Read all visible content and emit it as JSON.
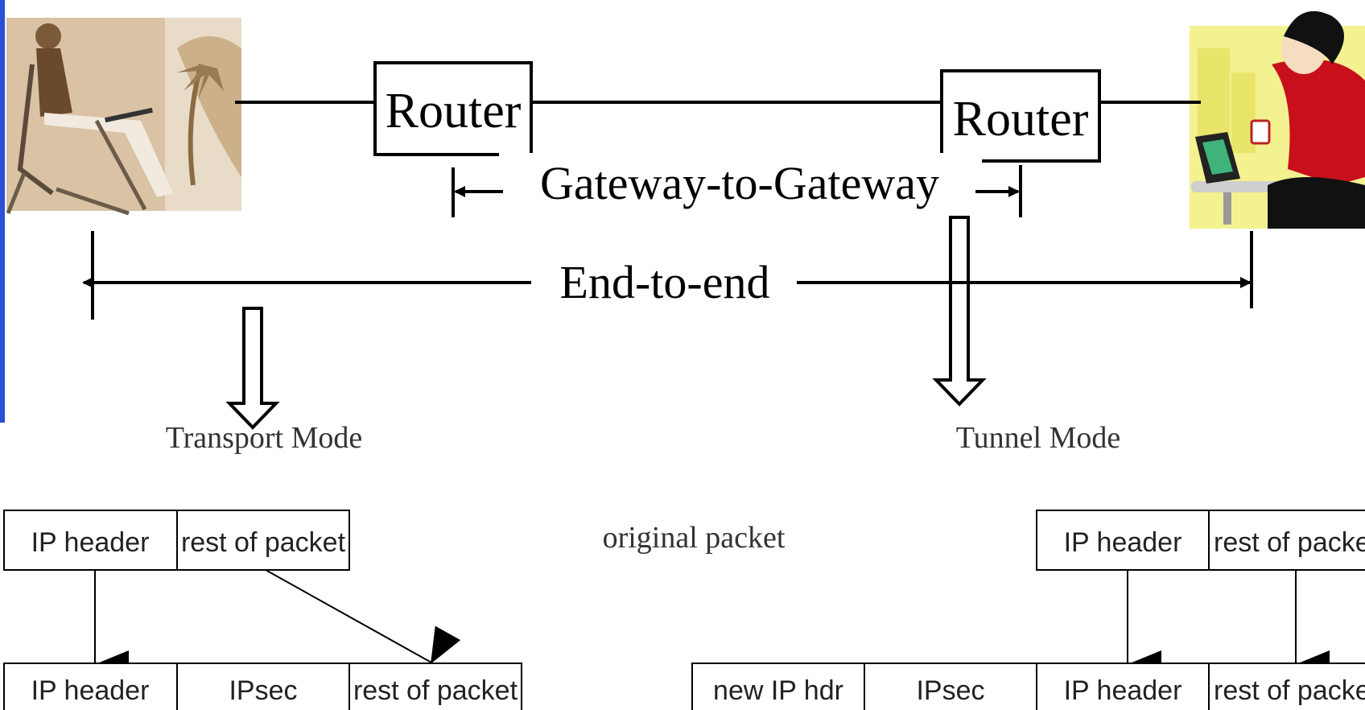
{
  "topology": {
    "router_left": "Router",
    "router_right": "Router",
    "gateway_label": "Gateway-to-Gateway",
    "endtoend_label": "End-to-end",
    "left_host_icon": "man-with-laptop-illustration",
    "right_host_icon": "woman-with-laptop-illustration",
    "accent_blue": "#2b4fd8"
  },
  "modes": {
    "transport": "Transport Mode",
    "tunnel": "Tunnel Mode",
    "original_packet": "original packet"
  },
  "transport_packet": {
    "original": [
      "IP header",
      "rest of packet"
    ],
    "protected": [
      "IP header",
      "IPsec",
      "rest of packet"
    ]
  },
  "tunnel_packet": {
    "original": [
      "IP header",
      "rest of packet"
    ],
    "protected": [
      "new IP hdr",
      "IPsec",
      "IP header",
      "rest of packet"
    ]
  }
}
